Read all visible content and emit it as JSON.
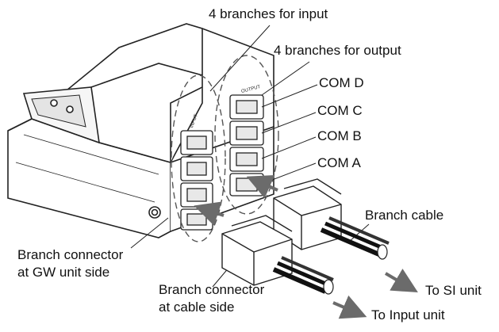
{
  "labels": {
    "input_branches": "4 branches for input",
    "output_branches": "4 branches for output",
    "com_d": "COM D",
    "com_c": "COM C",
    "com_b": "COM B",
    "com_a": "COM A",
    "branch_cable": "Branch cable",
    "gw_connector_line1": "Branch connector",
    "gw_connector_line2": "at GW unit side",
    "cable_connector_line1": "Branch connector",
    "cable_connector_line2": "at cable side",
    "to_si_unit": "To SI unit",
    "to_input_unit": "To Input unit"
  },
  "device": {
    "input_tag": "INPUT",
    "output_tag": "OUTPUT"
  }
}
